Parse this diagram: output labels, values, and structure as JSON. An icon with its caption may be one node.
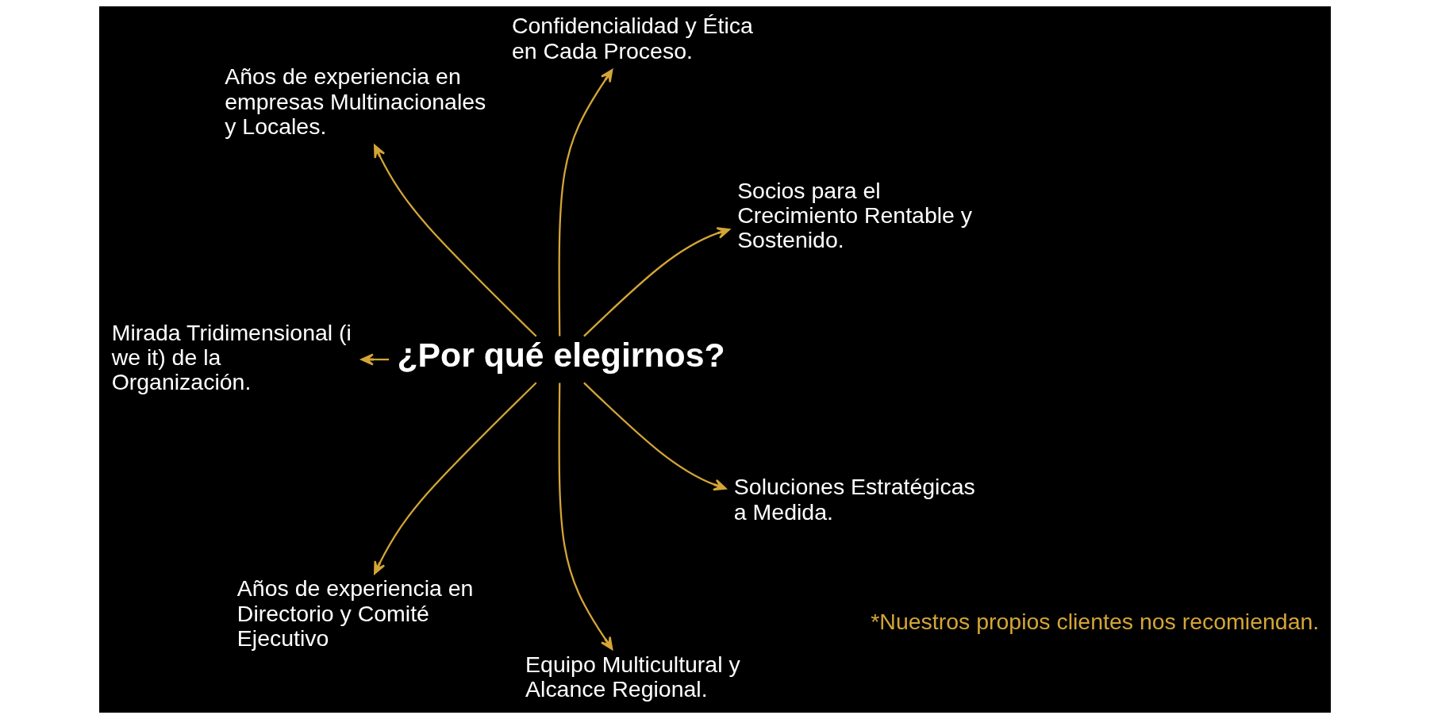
{
  "diagram": {
    "nodes": [
      {
        "text": [
          "¿Por qué elegirnos?"
        ]
      },
      {
        "text": [
          "Confidencialidad y Ética en Cada Proceso."
        ]
      },
      {
        "text": [
          "Años de experiencia en empresas Multinacionales y Locales."
        ]
      },
      {
        "text": [
          "Socios para el Crecimiento Rentable y Sostenido."
        ]
      },
      {
        "text": [
          "Mirada Tridimensional (i we it) de la Organización."
        ]
      },
      {
        "text": [
          "Soluciones Estratégicas a Medida."
        ]
      },
      {
        "text": [
          "Equipo Multicultural y Alcance Regional."
        ]
      },
      {
        "text": [
          "Años de experiencia en Directorio y Comité Ejecutivo"
        ]
      }
    ],
    "edges": [
      {
        "from": 0,
        "to": 1,
        "arrow": "to"
      },
      {
        "from": 0,
        "to": 3,
        "arrow": "to"
      },
      {
        "from": 0,
        "to": 5,
        "arrow": "to"
      },
      {
        "from": 0,
        "to": 6,
        "arrow": "to"
      },
      {
        "from": 0,
        "to": 7,
        "arrow": "to"
      },
      {
        "from": 0,
        "to": 4,
        "arrow": "to"
      },
      {
        "from": 0,
        "to": 2,
        "arrow": "to"
      }
    ],
    "labels": [
      "*Nuestros propios clientes nos recomiendan."
    ]
  }
}
